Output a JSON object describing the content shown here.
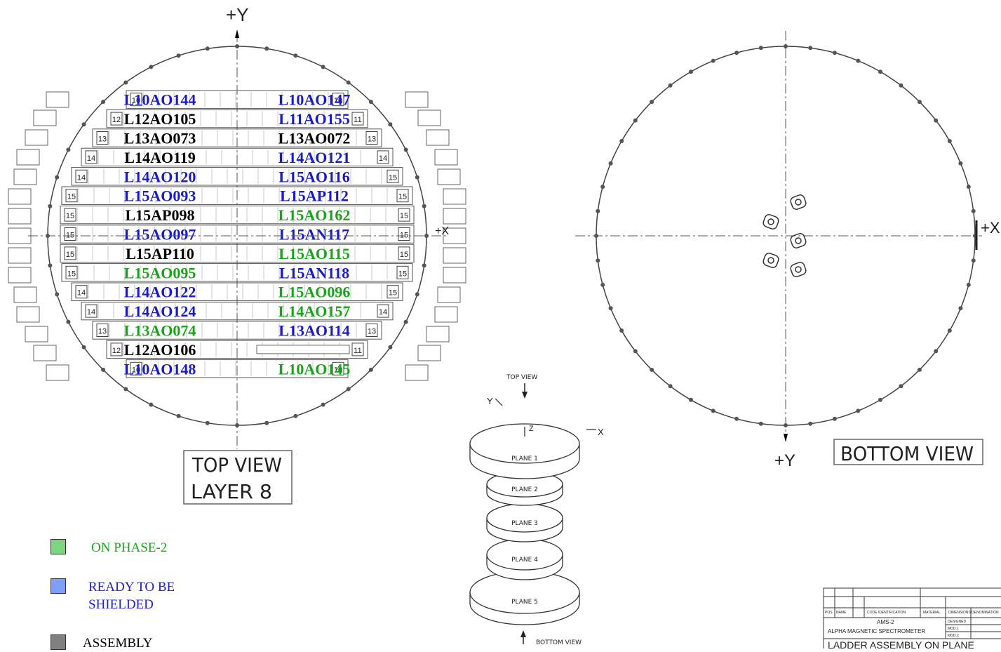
{
  "top_view": {
    "axis_y_label": "+Y",
    "axis_x_label": "+X",
    "caption_line1": "TOP VIEW",
    "caption_line2": "LAYER 8",
    "rows": [
      {
        "row_number": "10",
        "left": "L10AO144",
        "left_status": "ready",
        "right": "L10AO147",
        "right_status": "ready"
      },
      {
        "row_number": "12",
        "left": "L12AO105",
        "left_status": "assembly",
        "right": "L11AO155",
        "right_status": "ready",
        "right_number": "11"
      },
      {
        "row_number": "13",
        "left": "L13AO073",
        "left_status": "assembly",
        "right": "L13AO072",
        "right_status": "assembly"
      },
      {
        "row_number": "14",
        "left": "L14AO119",
        "left_status": "assembly",
        "right": "L14AO121",
        "right_status": "ready"
      },
      {
        "row_number": "14",
        "left": "L14AO120",
        "left_status": "ready",
        "right": "L15AO116",
        "right_status": "ready",
        "right_number": "15"
      },
      {
        "row_number": "15",
        "left": "L15AO093",
        "left_status": "ready",
        "right": "L15AP112",
        "right_status": "ready"
      },
      {
        "row_number": "15",
        "left": "L15AP098",
        "left_status": "assembly",
        "right": "L15AO162",
        "right_status": "phase2"
      },
      {
        "row_number": "15",
        "left": "L15AO097",
        "left_status": "ready",
        "right": "L15AN117",
        "right_status": "ready"
      },
      {
        "row_number": "15",
        "left": "L15AP110",
        "left_status": "assembly",
        "right": "L15AO115",
        "right_status": "phase2"
      },
      {
        "row_number": "15",
        "left": "L15AO095",
        "left_status": "phase2",
        "right": "L15AN118",
        "right_status": "ready"
      },
      {
        "row_number": "14",
        "left": "L14AO122",
        "left_status": "ready",
        "right": "L15AO096",
        "right_status": "phase2",
        "right_number": "15"
      },
      {
        "row_number": "14",
        "left": "L14AO124",
        "left_status": "ready",
        "right": "L14AO157",
        "right_status": "phase2"
      },
      {
        "row_number": "13",
        "left": "L13AO074",
        "left_status": "phase2",
        "right": "L13AO114",
        "right_status": "ready"
      },
      {
        "row_number": "12",
        "left": "L12AO106",
        "left_status": "assembly",
        "right": "",
        "right_status": "empty",
        "right_number": "11"
      },
      {
        "row_number": "10",
        "left": "L10AO148",
        "left_status": "ready",
        "right": "L10AO145",
        "right_status": "phase2"
      }
    ]
  },
  "bottom_view": {
    "axis_x_label": "+X",
    "axis_y_label": "+Y",
    "caption": "BOTTOM VIEW"
  },
  "stack_view": {
    "top_label": "TOP VIEW",
    "bottom_label": "BOTTOM VIEW",
    "axis_y": "Y",
    "axis_x": "X",
    "axis_z": "Z",
    "planes": [
      "PLANE 1",
      "PLANE 2",
      "PLANE 3",
      "PLANE 4",
      "PLANE 5"
    ]
  },
  "legend": [
    {
      "label": "ON PHASE-2",
      "color": "#7fd47f",
      "text_color": "#1aa31a"
    },
    {
      "label": "READY TO BE SHIELDED",
      "color": "#7f9fff",
      "text_color": "#2020d0"
    },
    {
      "label": "ASSEMBLY",
      "color": "#808080",
      "text_color": "#000000"
    }
  ],
  "title_block": {
    "pos": "POS",
    "name": "NAME",
    "code": "CODE IDENTIFICATION",
    "material": "MATERIAL",
    "dims": "DIMENSIONS/DENOMINATION",
    "project": "AMS-2",
    "organization": "ALPHA MAGNETIC SPECTROMETER",
    "design": "DESIGNED",
    "mod1": "MOD.1",
    "mod2": "MOD.2",
    "title": "LADDER ASSEMBLY ON PLANE"
  },
  "colors": {
    "phase2": "#1aa31a",
    "ready": "#1a1acd",
    "assembly": "#000000",
    "line": "#333333"
  }
}
